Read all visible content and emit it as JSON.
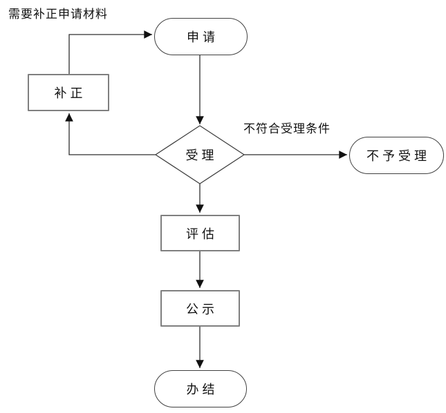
{
  "flowchart": {
    "type": "flowchart",
    "annotations": {
      "loop_label": "需要补正申请材料",
      "reject_label": "不符合受理条件"
    },
    "nodes": {
      "apply": {
        "label": "申请",
        "shape": "stadium"
      },
      "supplement": {
        "label": "补正",
        "shape": "process"
      },
      "accept": {
        "label": "受理",
        "shape": "decision"
      },
      "reject": {
        "label": "不予受理",
        "shape": "stadium"
      },
      "evaluate": {
        "label": "评估",
        "shape": "process"
      },
      "publicize": {
        "label": "公示",
        "shape": "process"
      },
      "complete": {
        "label": "办结",
        "shape": "stadium"
      }
    },
    "edges": [
      {
        "from": "apply",
        "to": "accept",
        "label": ""
      },
      {
        "from": "accept",
        "to": "reject",
        "label": "不符合受理条件"
      },
      {
        "from": "accept",
        "to": "supplement",
        "label": ""
      },
      {
        "from": "supplement",
        "to": "apply",
        "label": "需要补正申请材料"
      },
      {
        "from": "accept",
        "to": "evaluate",
        "label": ""
      },
      {
        "from": "evaluate",
        "to": "publicize",
        "label": ""
      },
      {
        "from": "publicize",
        "to": "complete",
        "label": ""
      }
    ],
    "colors": {
      "connector": "#2e2e2e",
      "process_border": "#7f7f7f",
      "terminal_border": "#404040",
      "text": "#111111",
      "background": "#ffffff"
    }
  }
}
